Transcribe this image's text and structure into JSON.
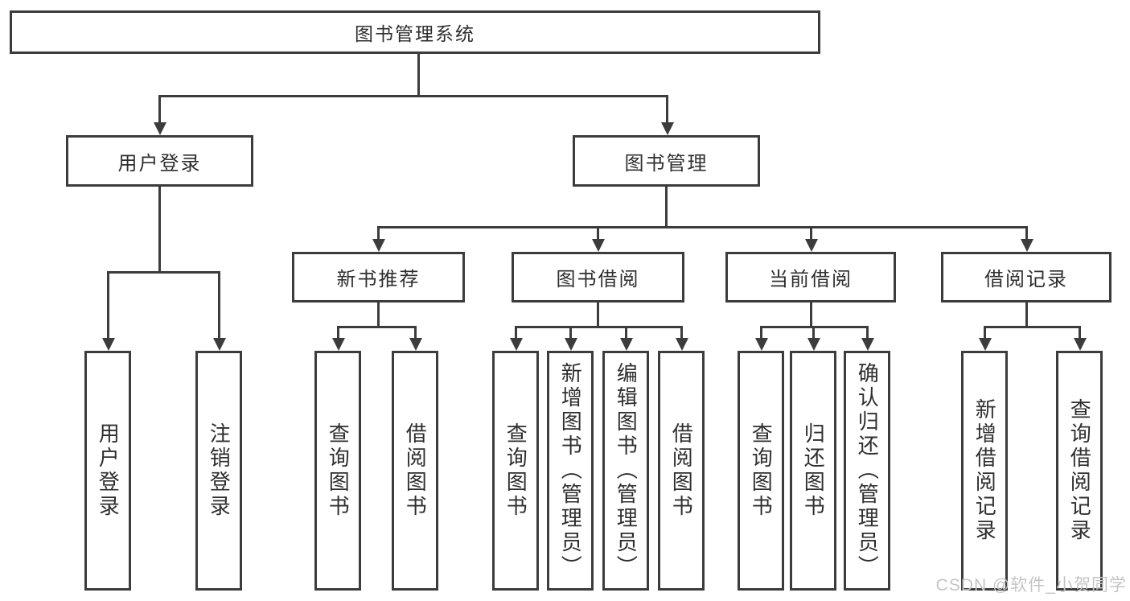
{
  "root": {
    "label": "图书管理系统"
  },
  "branches": {
    "user_login": {
      "label": "用户登录",
      "children": [
        "用户登录",
        "注销登录"
      ]
    },
    "book_mgmt": {
      "label": "图书管理"
    },
    "new_books": {
      "label": "新书推荐",
      "children": [
        "查询图书",
        "借阅图书"
      ]
    },
    "book_borrow": {
      "label": "图书借阅",
      "children": [
        "查询图书",
        "新增图书（管理员）",
        "编辑图书（管理员）",
        "借阅图书"
      ]
    },
    "current_borrow": {
      "label": "当前借阅",
      "children": [
        "查询图书",
        "归还图书",
        "确认归还（管理员）"
      ]
    },
    "borrow_records": {
      "label": "借阅记录",
      "children": [
        "新增借阅记录",
        "查询借阅记录"
      ]
    }
  },
  "watermark": "CSDN @软件_小贺同学",
  "colors": {
    "line": "#3c3c3c",
    "text": "#2e2e2e",
    "watermark": "#c5c5c5",
    "background": "#ffffff"
  }
}
